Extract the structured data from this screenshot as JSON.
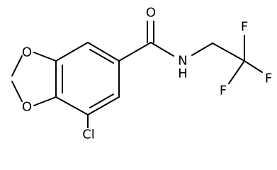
{
  "molecule": {
    "atoms": {
      "carbonyl_oxygen": "O",
      "dioxole_oxygen_top": "O",
      "dioxole_oxygen_bottom": "O",
      "amide_nitrogen": "N",
      "amide_hydrogen": "H",
      "chlorine": "Cl",
      "fluorine_top": "F",
      "fluorine_right": "F",
      "fluorine_left": "F"
    },
    "colors": {
      "bond": "#000000",
      "label": "#000000",
      "background": "#ffffff"
    }
  }
}
